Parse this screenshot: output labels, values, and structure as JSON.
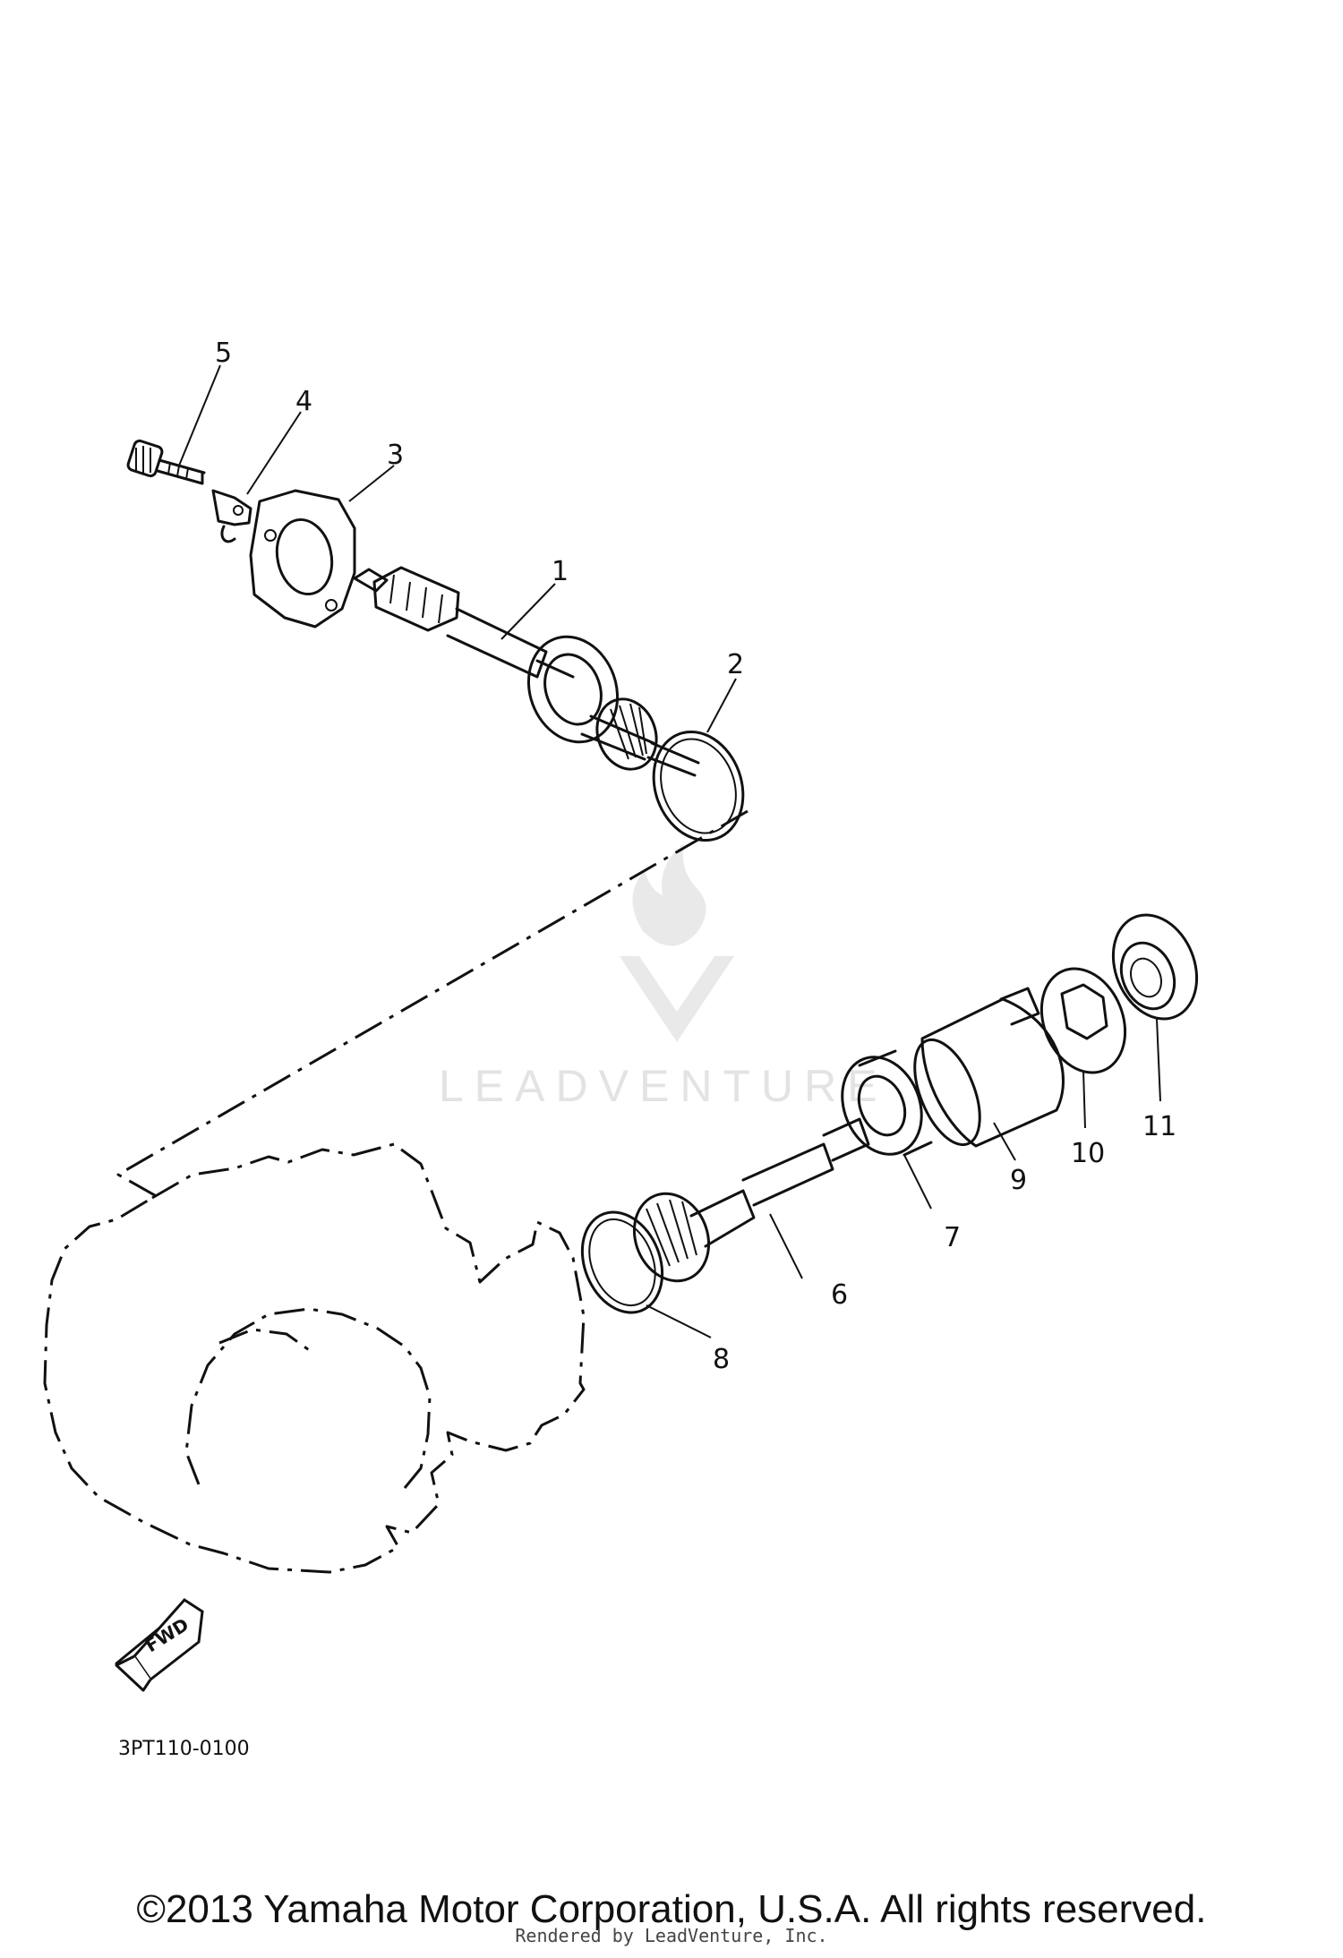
{
  "callouts": [
    "1",
    "2",
    "3",
    "4",
    "5",
    "6",
    "7",
    "8",
    "9",
    "10",
    "11"
  ],
  "fwd_label": "FWD",
  "diagram_code": "3PT110-0100",
  "watermark": "LEADVENTURE",
  "copyright": "©2013 Yamaha Motor Corporation, U.S.A. All rights reserved.",
  "rendered_by": "Rendered by LeadVenture, Inc."
}
